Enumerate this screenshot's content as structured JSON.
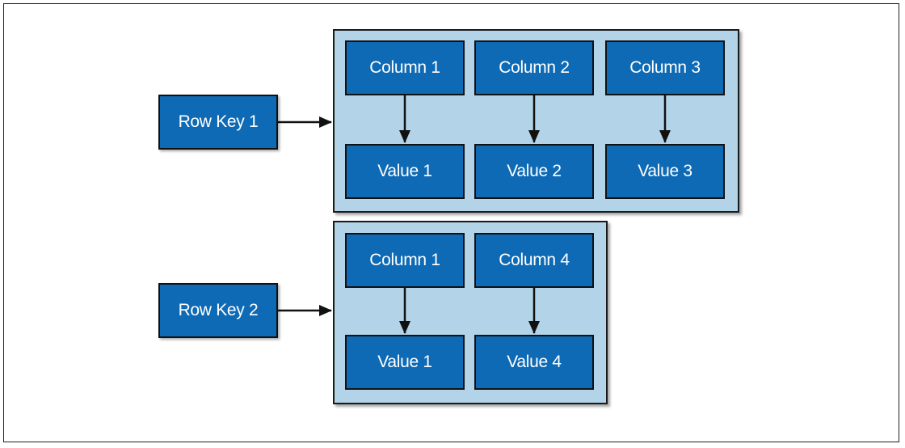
{
  "rows": [
    {
      "key": "Row Key 1",
      "cells": [
        {
          "column": "Column 1",
          "value": "Value 1"
        },
        {
          "column": "Column 2",
          "value": "Value 2"
        },
        {
          "column": "Column 3",
          "value": "Value 3"
        }
      ]
    },
    {
      "key": "Row Key 2",
      "cells": [
        {
          "column": "Column 1",
          "value": "Value 1"
        },
        {
          "column": "Column 4",
          "value": "Value 4"
        }
      ]
    }
  ],
  "colors": {
    "box_fill": "#0e6ab5",
    "group_fill": "#b3d4e8",
    "stroke": "#111111",
    "text": "#ffffff"
  }
}
